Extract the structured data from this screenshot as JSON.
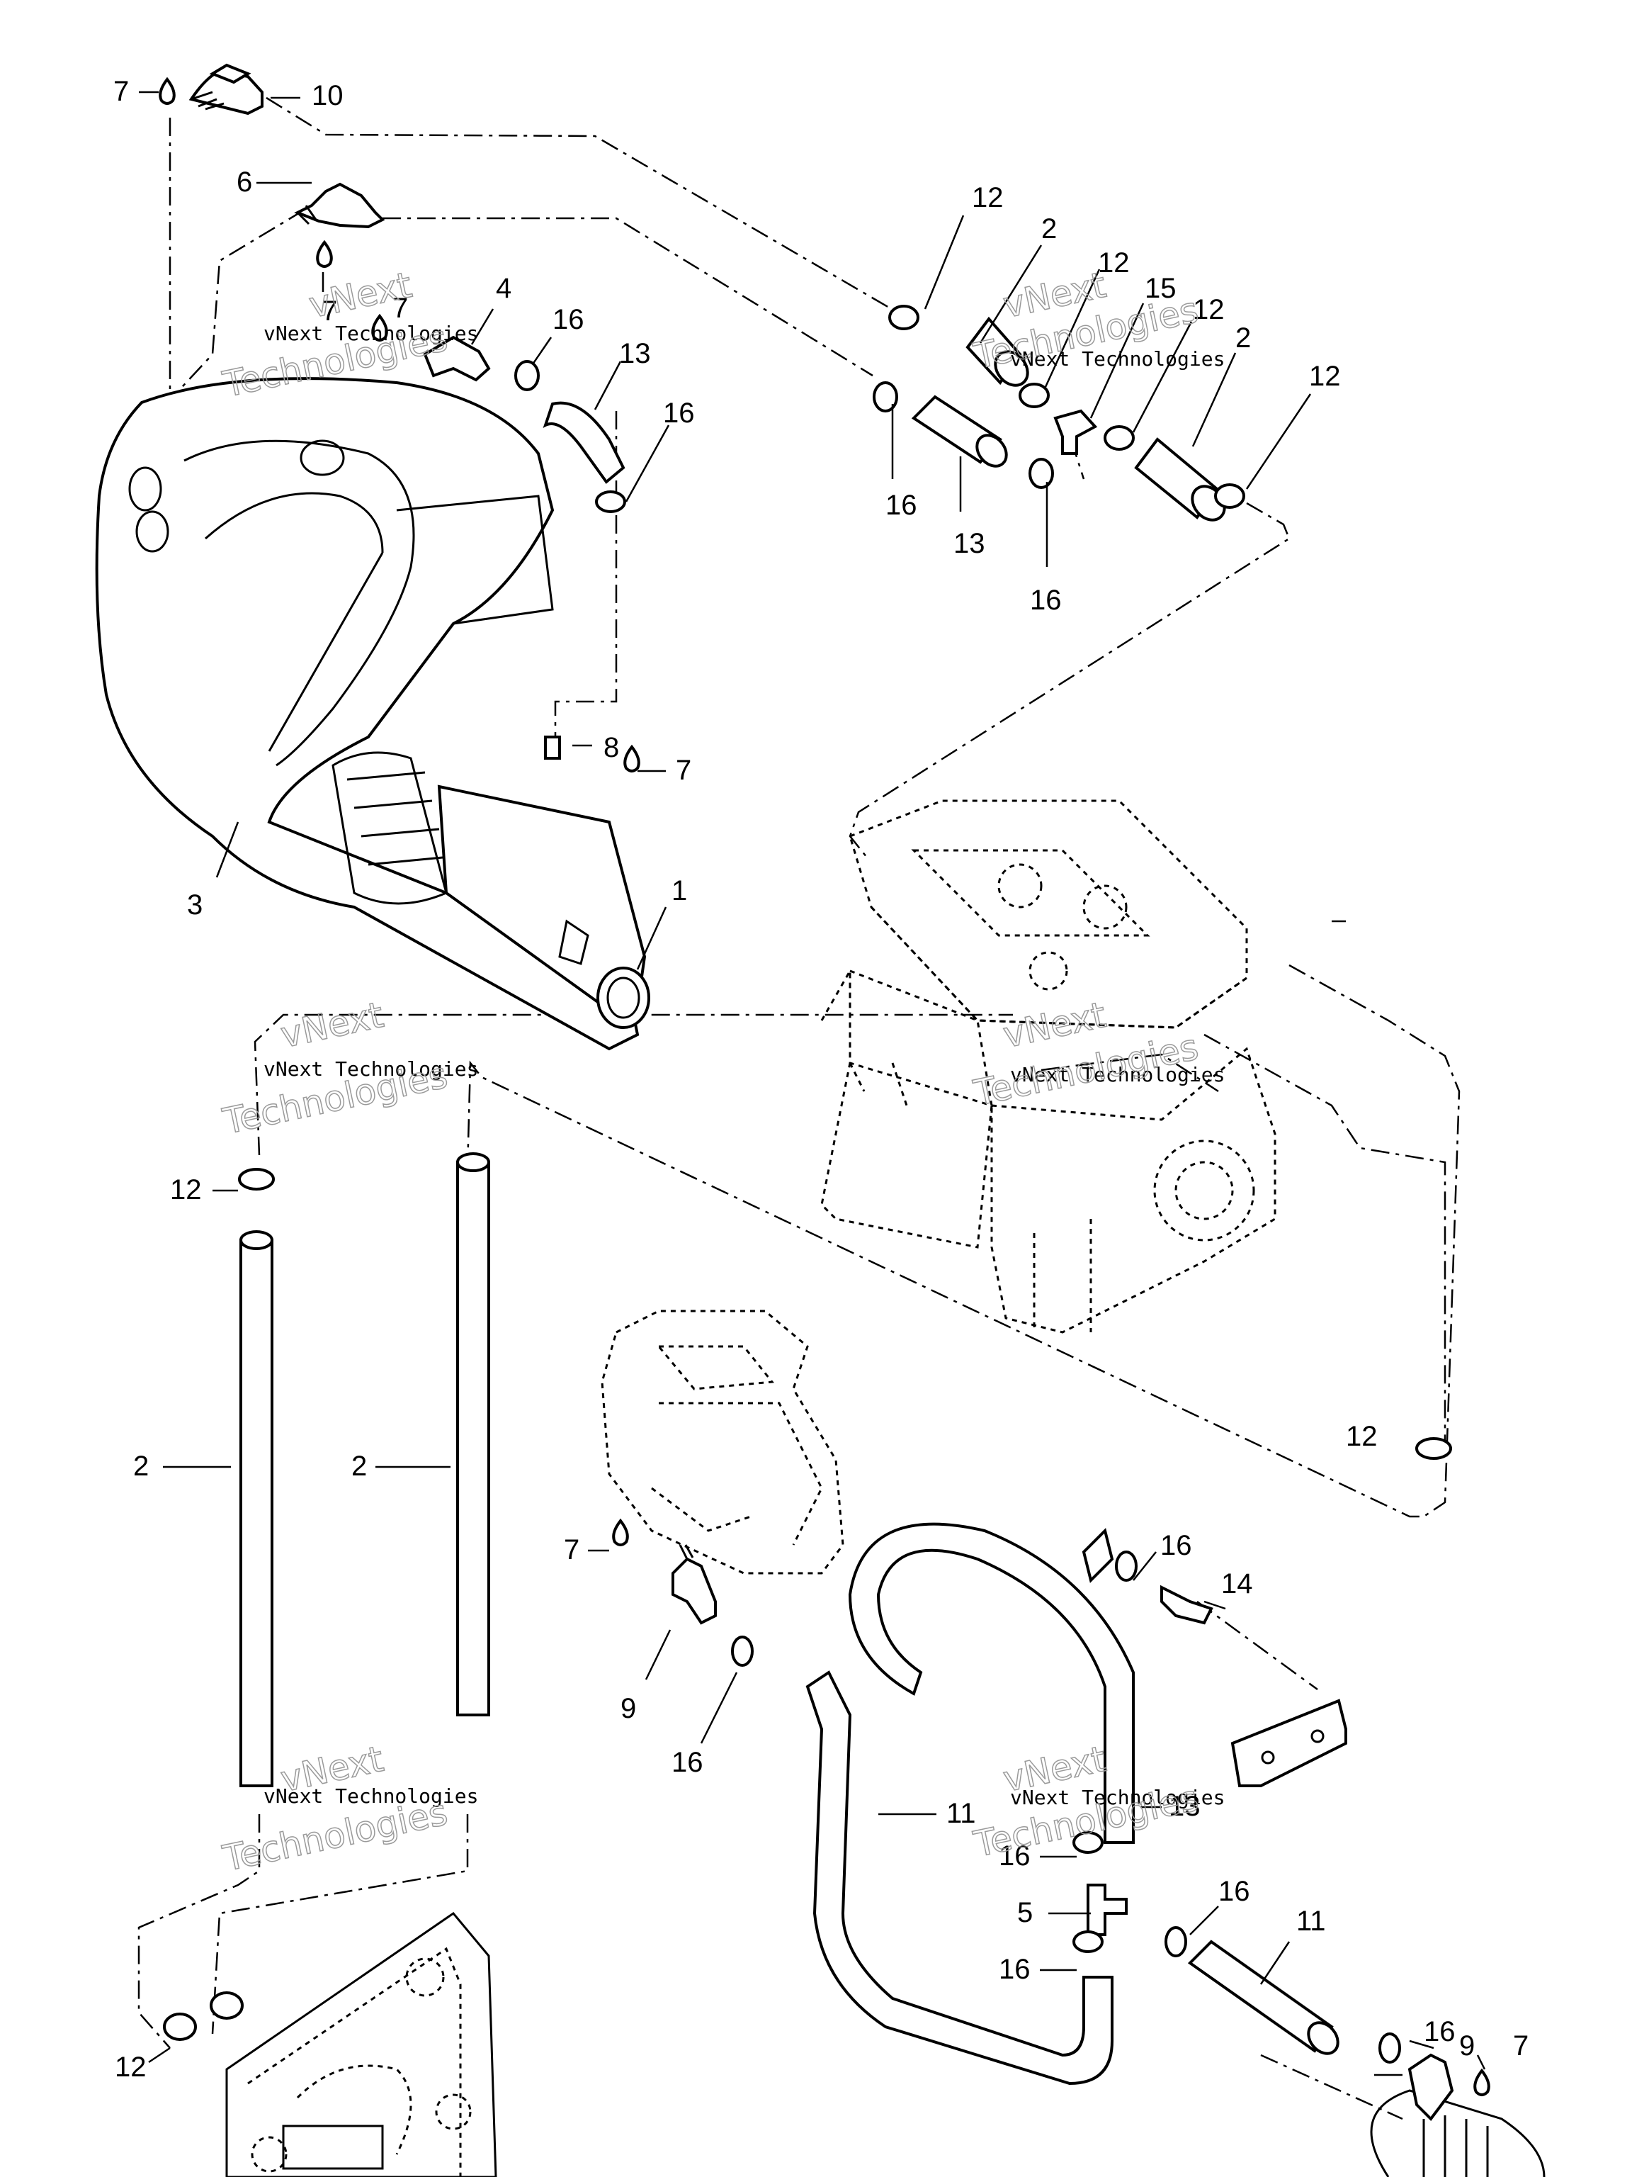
{
  "watermarks": [
    {
      "line1": "vNext",
      "line2": "vNext Technologies",
      "line3": "Technologies"
    },
    {
      "line1": "vNext",
      "line2": "vNext Technologies",
      "line3": "Technologies"
    },
    {
      "line1": "vNext",
      "line2": "vNext Technologies",
      "line3": "Technologies"
    },
    {
      "line1": "vNext",
      "line2": "vNext Technologies",
      "line3": "Technologies"
    },
    {
      "line1": "vNext",
      "line2": "vNext Technologies",
      "line3": "Technologies"
    },
    {
      "line1": "vNext",
      "line2": "vNext Technologies",
      "line3": "Technologies"
    }
  ],
  "callouts": [
    "7",
    "10",
    "6",
    "7",
    "7",
    "4",
    "16",
    "13",
    "16",
    "12",
    "2",
    "12",
    "15",
    "12",
    "2",
    "12",
    "16",
    "13",
    "16",
    "8",
    "7",
    "3",
    "1",
    "12",
    "2",
    "2",
    "7",
    "16",
    "14",
    "9",
    "16",
    "11",
    "13",
    "16",
    "5",
    "16",
    "16",
    "11",
    "12",
    "16",
    "9",
    "7"
  ]
}
